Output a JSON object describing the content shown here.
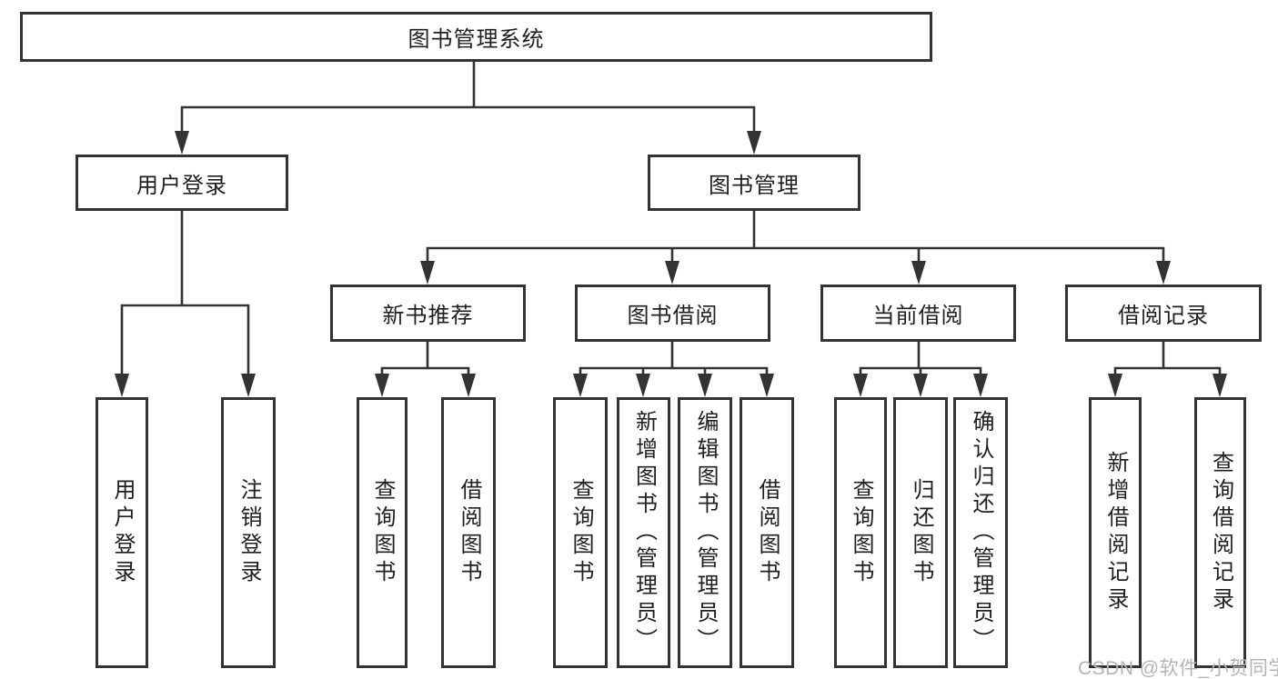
{
  "diagram": {
    "root": {
      "label": "图书管理系统"
    },
    "branches": [
      {
        "label": "用户登录",
        "children": [
          {
            "label": "用户登录"
          },
          {
            "label": "注销登录"
          }
        ]
      },
      {
        "label": "图书管理",
        "children": [
          {
            "label": "新书推荐",
            "children": [
              {
                "label": "查询图书"
              },
              {
                "label": "借阅图书"
              }
            ]
          },
          {
            "label": "图书借阅",
            "children": [
              {
                "label": "查询图书"
              },
              {
                "label": "新增图书（管理员）"
              },
              {
                "label": "编辑图书（管理员）"
              },
              {
                "label": "借阅图书"
              }
            ]
          },
          {
            "label": "当前借阅",
            "children": [
              {
                "label": "查询图书"
              },
              {
                "label": "归还图书"
              },
              {
                "label": "确认归还（管理员）"
              }
            ]
          },
          {
            "label": "借阅记录",
            "children": [
              {
                "label": "新增借阅记录"
              },
              {
                "label": "查询借阅记录"
              }
            ]
          }
        ]
      }
    ]
  },
  "watermark": {
    "text": "CSDN @软件_小贺同学"
  },
  "colors": {
    "box_border": "#333333",
    "connector_line": "#333333",
    "text": "#1f1f1f",
    "watermark": "#b5b5b5",
    "background": "#ffffff"
  }
}
